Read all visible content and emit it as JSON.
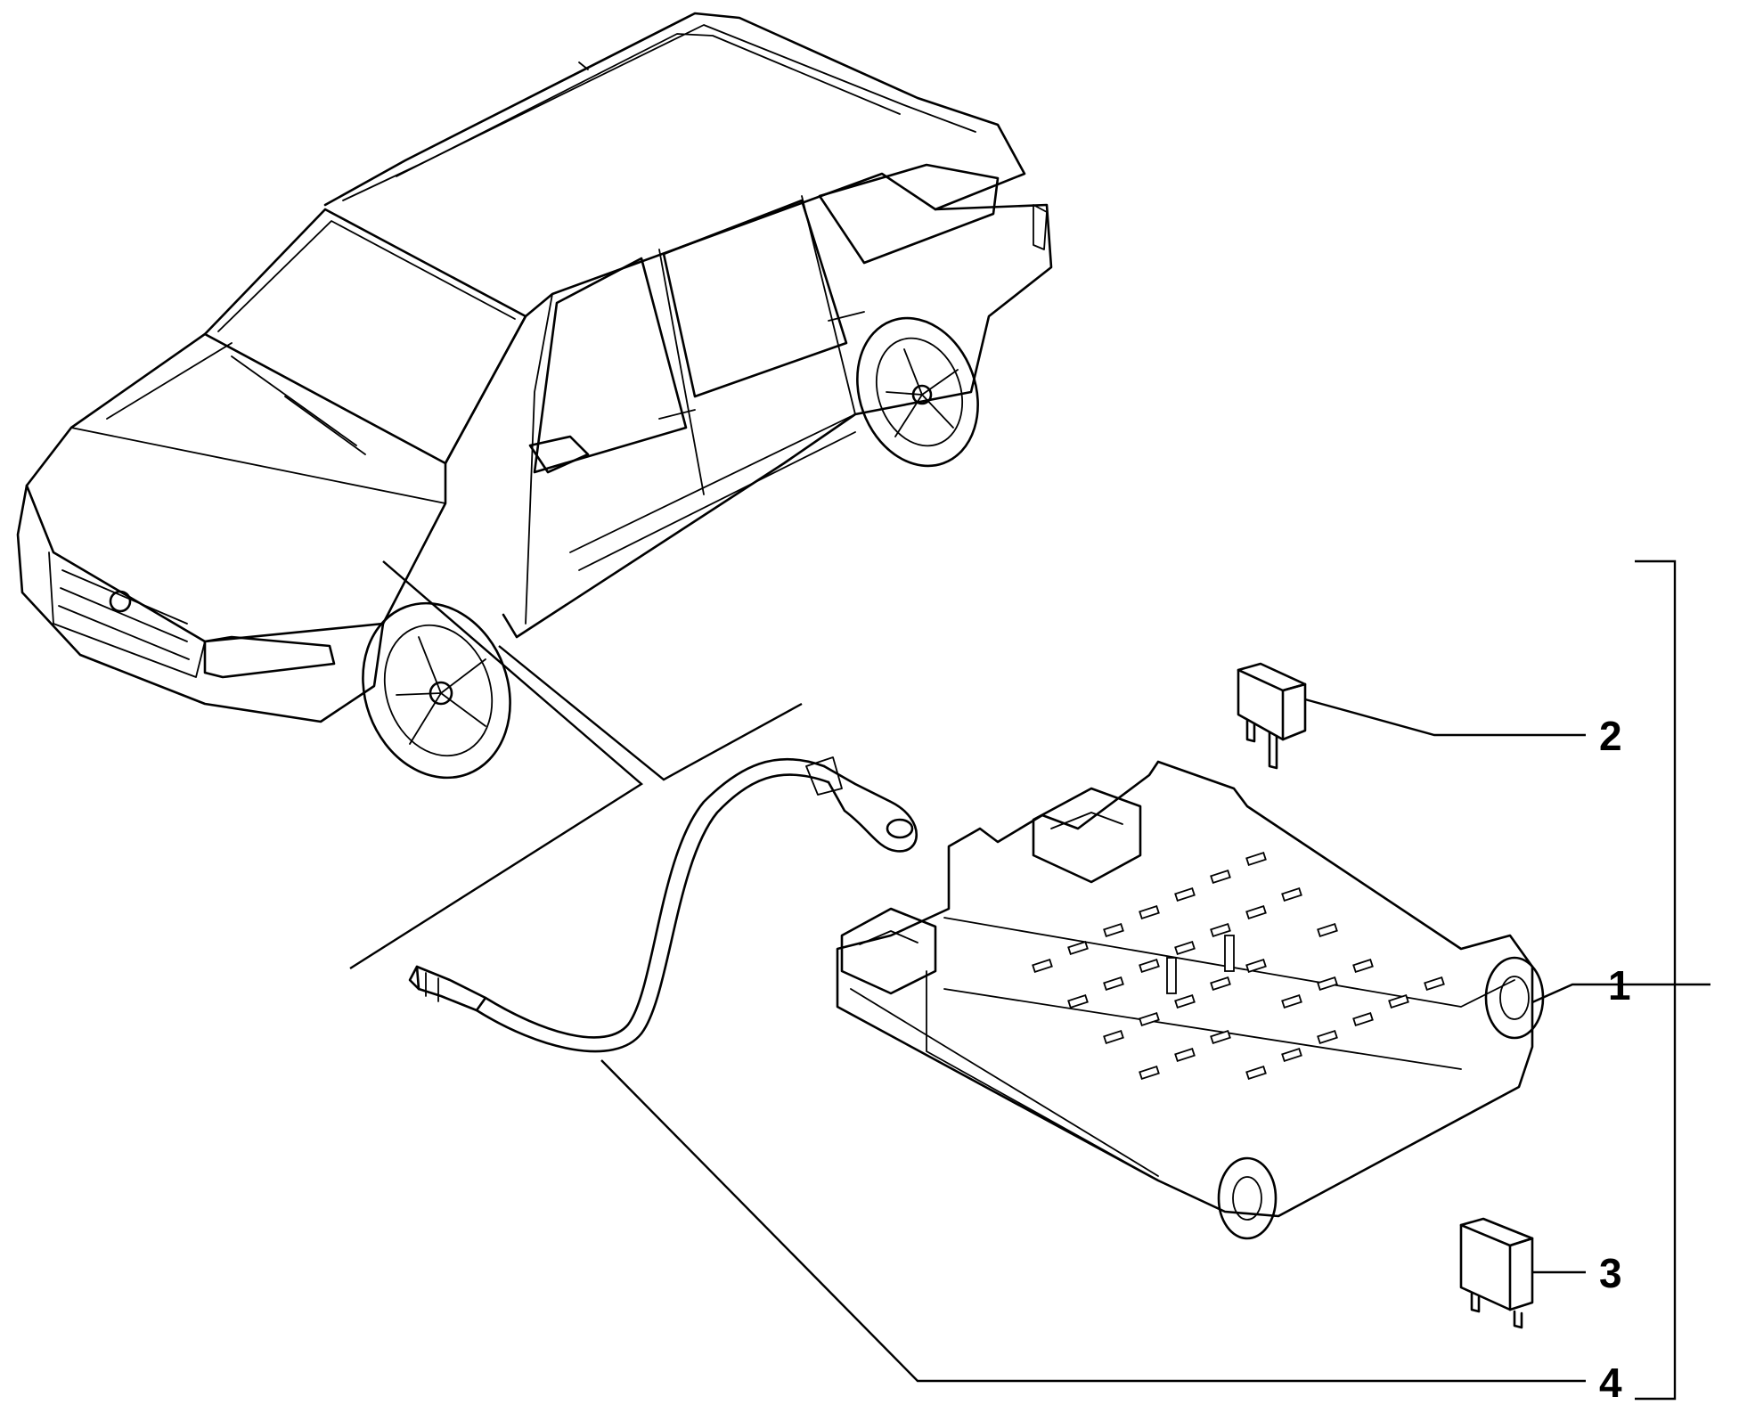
{
  "diagram": {
    "callouts": [
      {
        "id": "1",
        "label": "1"
      },
      {
        "id": "2",
        "label": "2"
      },
      {
        "id": "3",
        "label": "3"
      },
      {
        "id": "4",
        "label": "4"
      }
    ],
    "colors": {
      "line": "#000000",
      "background": "#ffffff"
    },
    "parts": [
      {
        "callout": "1",
        "shape": "fuse-relay-box"
      },
      {
        "callout": "2",
        "shape": "maxi-fuse"
      },
      {
        "callout": "3",
        "shape": "relay"
      },
      {
        "callout": "4",
        "shape": "ground-cable"
      }
    ]
  }
}
